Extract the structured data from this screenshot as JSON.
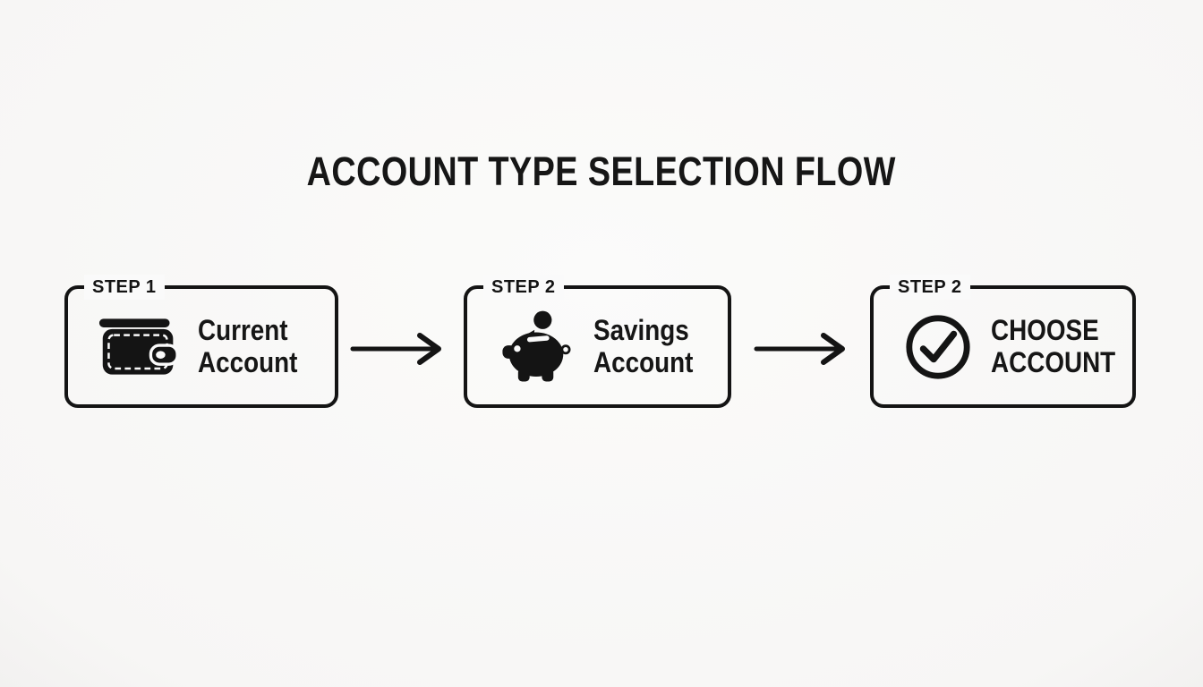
{
  "canvas": {
    "background": "#fafafa",
    "ink": "#141414"
  },
  "title": "ACCOUNT TYPE SELECTION FLOW",
  "flow": {
    "steps": [
      {
        "step_label": "STEP 1",
        "icon": "wallet-icon",
        "line1": "Current",
        "line2": "Account"
      },
      {
        "step_label": "STEP 2",
        "icon": "piggy-bank-icon",
        "line1": "Savings",
        "line2": "Account"
      },
      {
        "step_label": "STEP 2",
        "icon": "check-circle-icon",
        "line1": "CHOOSE",
        "line2": "ACCOUNT"
      }
    ],
    "connector": "arrow-right-icon"
  }
}
